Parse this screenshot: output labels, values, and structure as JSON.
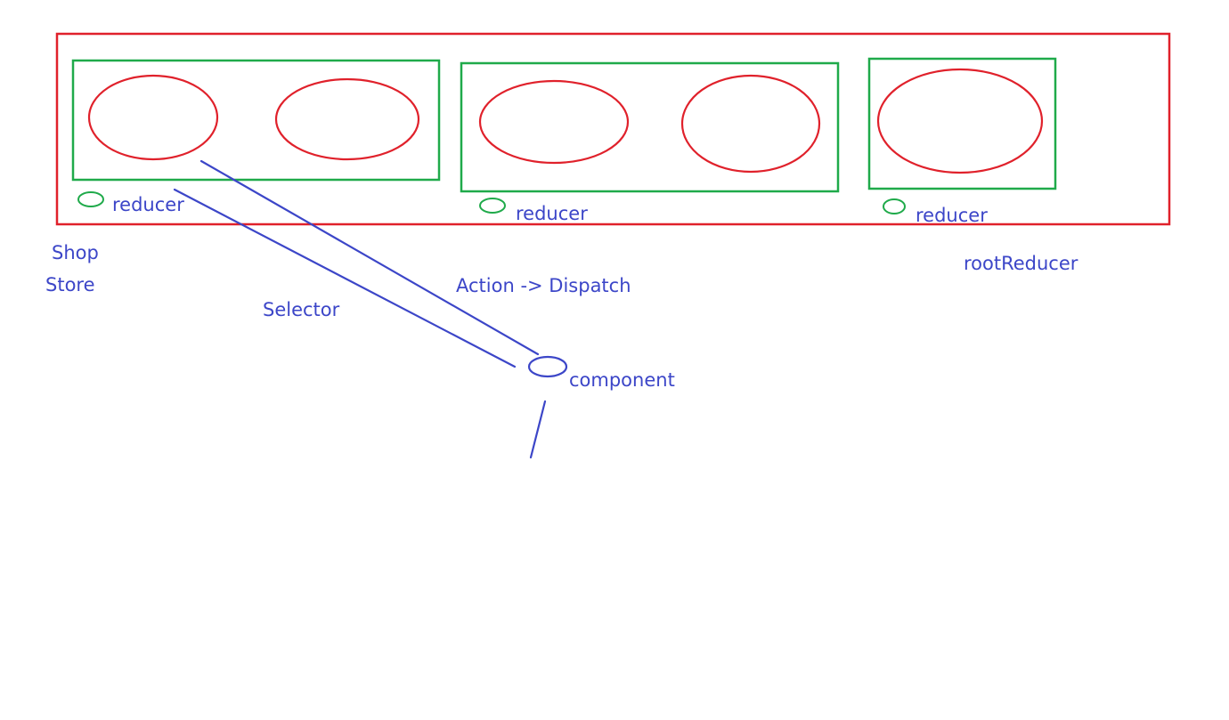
{
  "colors": {
    "store": "#e0212b",
    "slice": "#1faa4a",
    "item": "#e0212b",
    "ink": "#3c46c8",
    "background": "#ffffff"
  },
  "store": {
    "label_line1": "Shop",
    "label_line2": "Store"
  },
  "slices": [
    {
      "reducer_label": "reducer"
    },
    {
      "reducer_label": "reducer"
    },
    {
      "reducer_label": "reducer"
    }
  ],
  "root_reducer_label": "rootReducer",
  "connections": {
    "selector_label": "Selector",
    "action_label": "Action -> Dispatch"
  },
  "component_label": "component"
}
